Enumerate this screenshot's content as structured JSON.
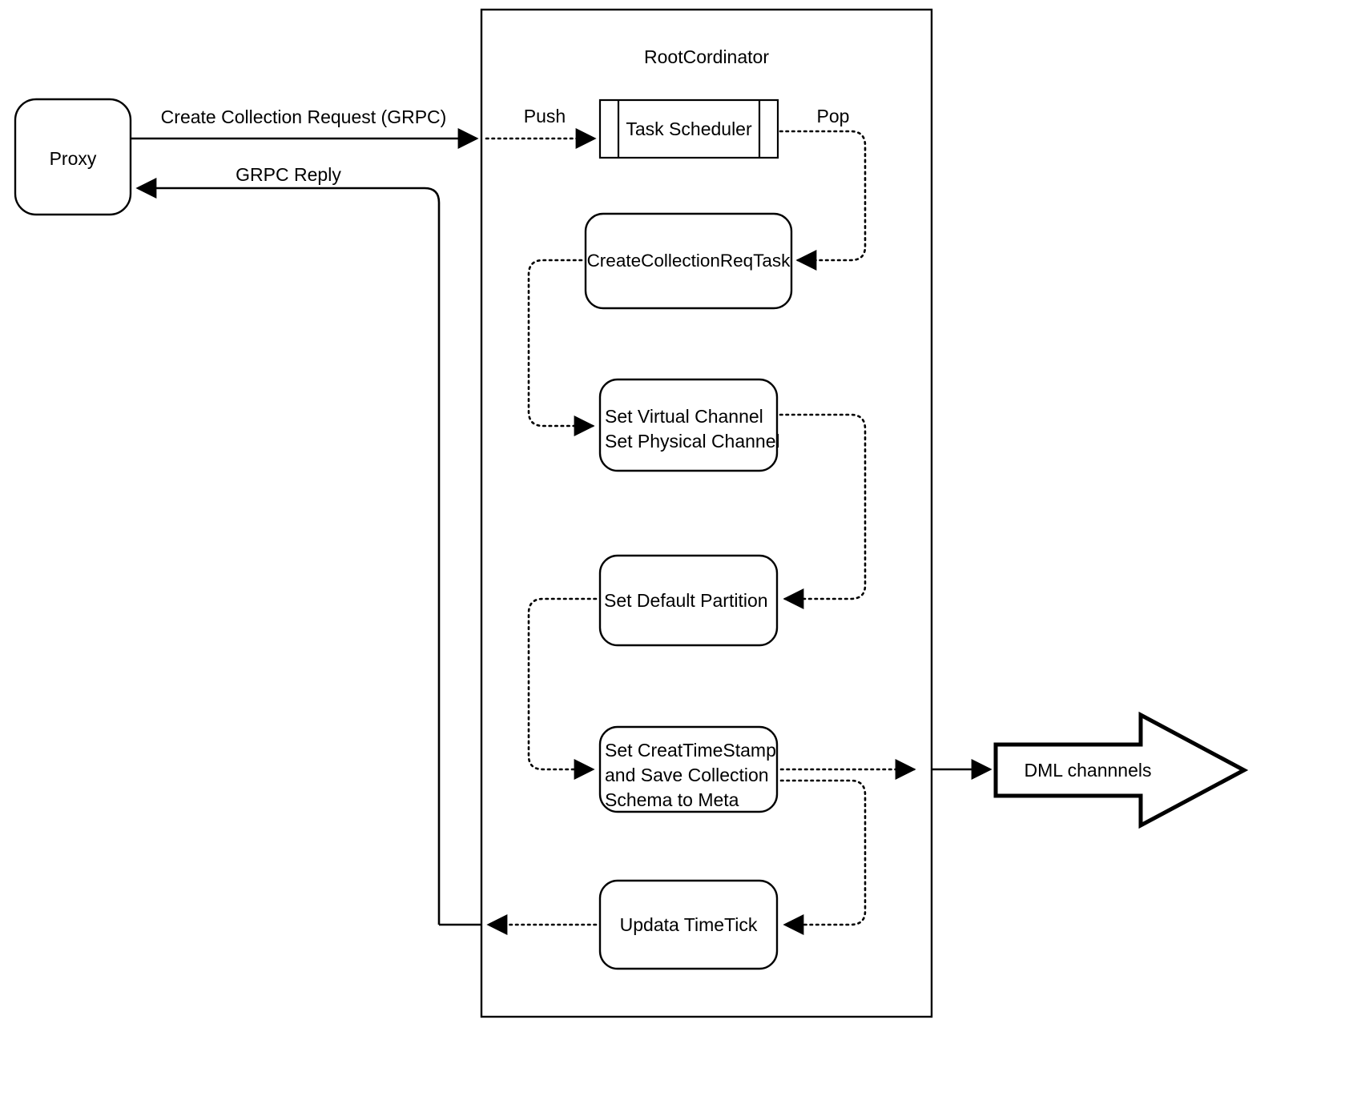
{
  "diagram": {
    "title_visible": false,
    "colors": {
      "stroke": "#000000",
      "fill": "#ffffff",
      "text": "#000000"
    },
    "container": {
      "label": "RootCordinator",
      "shape": "rectangle"
    },
    "nodes": [
      {
        "id": "proxy",
        "label": "Proxy",
        "shape": "rounded-rect"
      },
      {
        "id": "task-scheduler",
        "label": "Task Scheduler",
        "shape": "queue"
      },
      {
        "id": "create-collection-req-task",
        "label": "CreateCollectionReqTask",
        "shape": "rounded-rect"
      },
      {
        "id": "set-channels",
        "label": "Set Virtual Channel\nSet Physical Channel",
        "shape": "rounded-rect"
      },
      {
        "id": "set-default-partition",
        "label": "Set Default Partition",
        "shape": "rounded-rect"
      },
      {
        "id": "set-create-timestamp",
        "label": "Set CreatTimeStamp\nand Save Collection\nSchema to Meta",
        "shape": "rounded-rect"
      },
      {
        "id": "update-timetick",
        "label": "Updata TimeTick",
        "shape": "rounded-rect"
      },
      {
        "id": "dml-channels",
        "label": "DML channnels",
        "shape": "block-arrow-right"
      }
    ],
    "edges": [
      {
        "id": "edge-create-collection-request",
        "label": "Create Collection Request (GRPC)",
        "style": "solid",
        "from": "proxy",
        "to": "rootcordinator"
      },
      {
        "id": "edge-push",
        "label": "Push",
        "style": "dotted",
        "from": "rootcordinator-boundary",
        "to": "task-scheduler"
      },
      {
        "id": "edge-pop",
        "label": "Pop",
        "style": "dotted",
        "from": "task-scheduler",
        "to": "create-collection-req-task"
      },
      {
        "id": "edge-task-to-channels",
        "label": "",
        "style": "dotted",
        "from": "create-collection-req-task",
        "to": "set-channels"
      },
      {
        "id": "edge-channels-to-partition",
        "label": "",
        "style": "dotted",
        "from": "set-channels",
        "to": "set-default-partition"
      },
      {
        "id": "edge-partition-to-timestamp",
        "label": "",
        "style": "dotted",
        "from": "set-default-partition",
        "to": "set-create-timestamp"
      },
      {
        "id": "edge-timestamp-to-dml",
        "label": "",
        "style": "solid-dotted",
        "from": "set-create-timestamp",
        "to": "dml-channels"
      },
      {
        "id": "edge-timestamp-to-timetick",
        "label": "",
        "style": "dotted",
        "from": "set-create-timestamp",
        "to": "update-timetick"
      },
      {
        "id": "edge-timetick-to-reply",
        "label": "",
        "style": "dotted",
        "from": "update-timetick",
        "to": "proxy"
      },
      {
        "id": "edge-grpc-reply",
        "label": "GRPC Reply",
        "style": "solid",
        "from": "rootcordinator",
        "to": "proxy"
      }
    ]
  }
}
